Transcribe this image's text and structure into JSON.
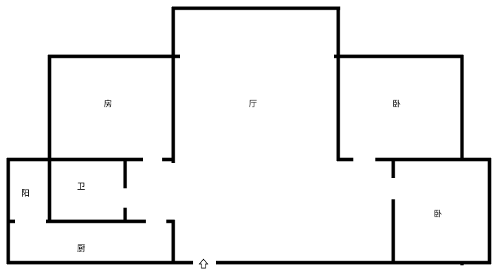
{
  "rooms": {
    "room": "房",
    "living": "厅",
    "bedroom_1": "卧",
    "bedroom_2": "卧",
    "balcony": "阳",
    "bathroom": "卫",
    "kitchen": "厨"
  },
  "colors": {
    "wall": "#000000",
    "background": "#ffffff"
  },
  "icons": {
    "entrance": "up-arrow-icon"
  }
}
